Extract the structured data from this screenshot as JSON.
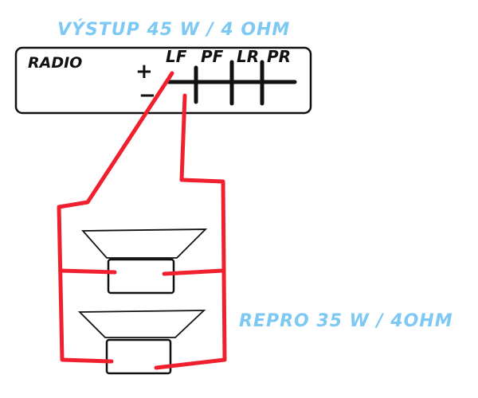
{
  "header": {
    "text": "VÝSTUP 45 W / 4 OHM"
  },
  "radio": {
    "label": "RADIO",
    "plus_sign": "+",
    "minus_sign": "−",
    "channels": [
      "LF",
      "PF",
      "LR",
      "PR"
    ]
  },
  "speakers": {
    "label": "REPRO 35 W / 4OHM"
  },
  "colors": {
    "title": "#7ec8f4",
    "wire": "#f0202f",
    "outline": "#111111",
    "background": "#ffffff"
  }
}
